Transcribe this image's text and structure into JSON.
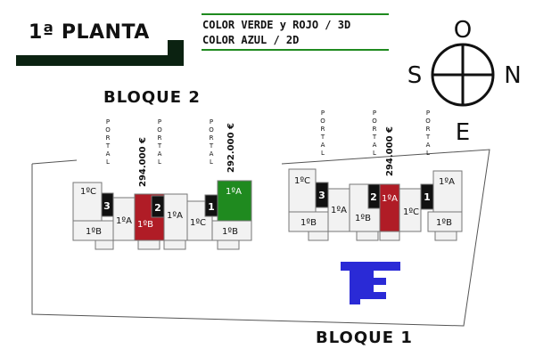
{
  "header": {
    "title": "1ª PLANTA",
    "legend_line1": "COLOR VERDE y ROJO / 3D",
    "legend_line2": "COLOR AZUL / 2D"
  },
  "compass": {
    "north": "N",
    "south": "S",
    "east": "E",
    "west": "O"
  },
  "blocks": {
    "bloque2": {
      "label": "BLOQUE 2",
      "units": {
        "c1": "1ºC",
        "a1": "1ºA",
        "b1": "1ºB",
        "b_red": "1ºB",
        "a2": "1ºA",
        "c2": "1ºC",
        "a_green": "1ºA",
        "b2": "1ºB"
      },
      "portals": {
        "p3": "3",
        "p2": "2",
        "p1": "1"
      },
      "portal_text": "PORTAL",
      "prices": {
        "red": "294.000 €",
        "green": "292.000 €"
      }
    },
    "bloque1": {
      "label": "BLOQUE 1",
      "units": {
        "c1": "1ºC",
        "a1": "1ºA",
        "b1": "1ºB",
        "b2": "1ºB",
        "a_red": "1ºA",
        "c2": "1ºC",
        "a2": "1ºA",
        "b3": "1ºB"
      },
      "portals": {
        "p3": "3",
        "p2": "2",
        "p1": "1"
      },
      "portal_text": "PORTAL",
      "prices": {
        "red": "294.000 €"
      }
    }
  },
  "colors": {
    "red": "#b01c26",
    "green": "#1f8a1f",
    "blue": "#2a2ad6",
    "dark_green": "#0b2211",
    "legend_green": "#1f8a1f",
    "unit_fill": "#f2f2f2"
  }
}
